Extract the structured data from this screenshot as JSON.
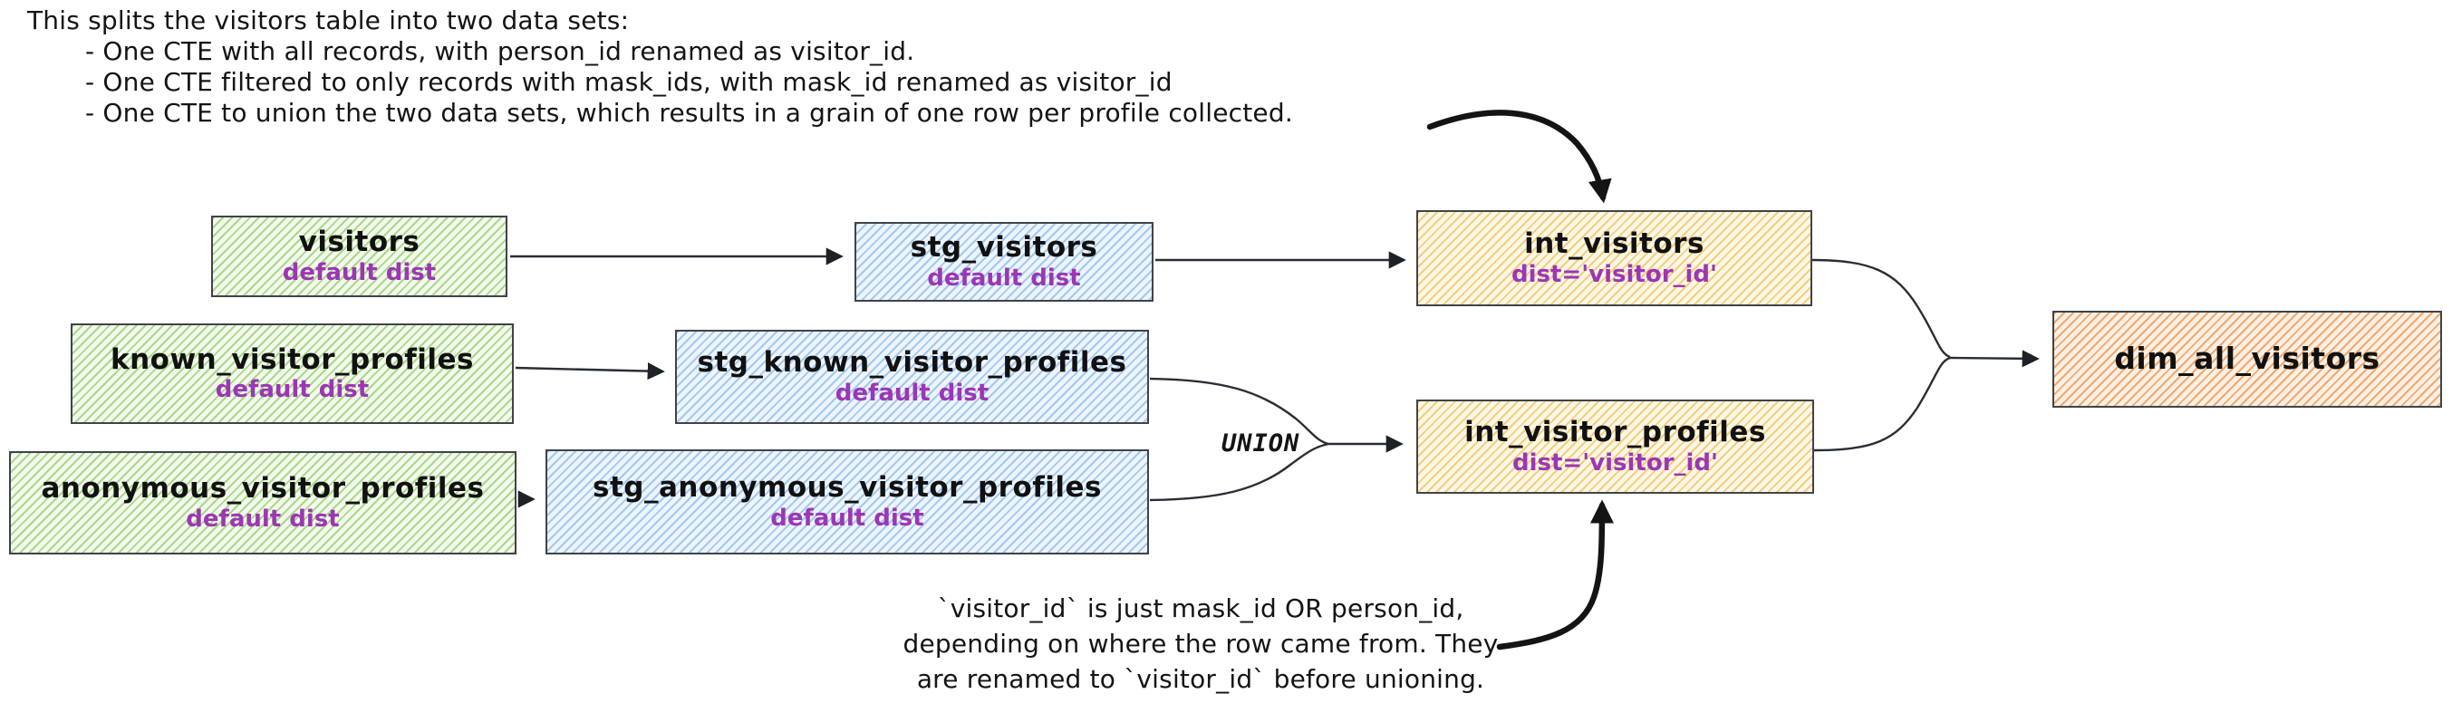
{
  "notes": {
    "top": {
      "intro": "This splits the visitors table into two data sets:",
      "bullets": [
        "- One CTE with all records, with person_id renamed as visitor_id.",
        "- One CTE filtered to only records with mask_ids, with mask_id renamed as visitor_id",
        "- One CTE to union the two data sets, which results in a grain of one row per profile collected."
      ]
    },
    "bottom": {
      "lines": [
        "`visitor_id` is just mask_id OR person_id,",
        "depending on where the row came from. They",
        "are renamed to `visitor_id` before unioning."
      ]
    }
  },
  "labels": {
    "union": "UNION"
  },
  "nodes": [
    {
      "id": "visitors",
      "title": "visitors",
      "subtitle": "default dist",
      "color": "green"
    },
    {
      "id": "stg_visitors",
      "title": "stg_visitors",
      "subtitle": "default dist",
      "color": "blue"
    },
    {
      "id": "int_visitors",
      "title": "int_visitors",
      "subtitle": "dist='visitor_id'",
      "color": "yellow"
    },
    {
      "id": "known_visitor_profiles",
      "title": "known_visitor_profiles",
      "subtitle": "default dist",
      "color": "green"
    },
    {
      "id": "stg_known_visitor_profiles",
      "title": "stg_known_visitor_profiles",
      "subtitle": "default dist",
      "color": "blue"
    },
    {
      "id": "anonymous_visitor_profiles",
      "title": "anonymous_visitor_profiles",
      "subtitle": "default dist",
      "color": "green"
    },
    {
      "id": "stg_anonymous_visitor_profiles",
      "title": "stg_anonymous_visitor_profiles",
      "subtitle": "default dist",
      "color": "blue"
    },
    {
      "id": "int_visitor_profiles",
      "title": "int_visitor_profiles",
      "subtitle": "dist='visitor_id'",
      "color": "yellow"
    },
    {
      "id": "dim_all_visitors",
      "title": "dim_all_visitors",
      "subtitle": "",
      "color": "orange"
    }
  ],
  "palette": {
    "source_green_hatch": "#a9d98b",
    "staging_blue_hatch": "#a3c9ef",
    "intermediate_yellow_hatch": "#f3cf80",
    "mart_orange_hatch": "#f2a96e",
    "subtitle_purple": "#9c36b5",
    "ink": "#1e1e1e",
    "node_border": "#3f444a"
  }
}
